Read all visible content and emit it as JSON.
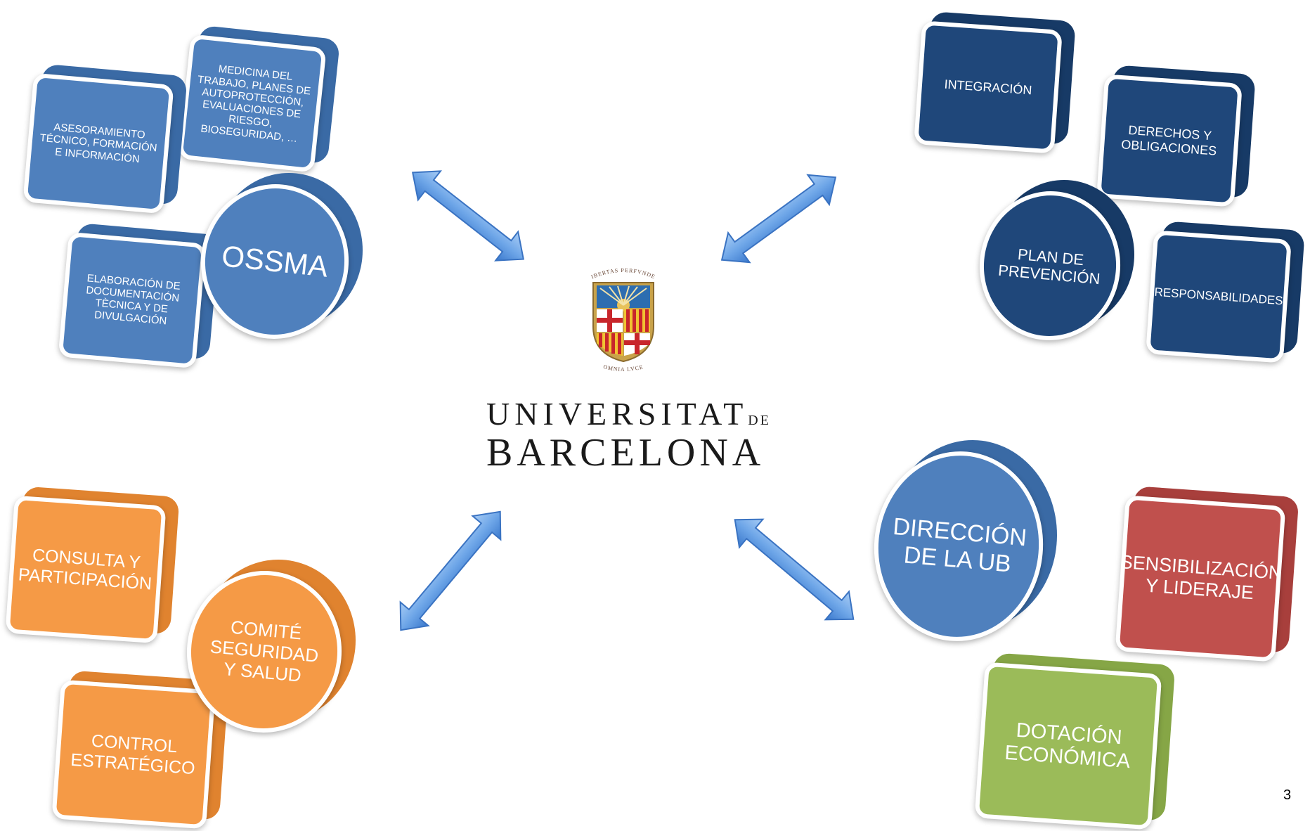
{
  "ossma": {
    "center": "OSSMA",
    "items": [
      "MEDICINA DEL TRABAJO, PLANES DE AUTOPROTECCIÓN, EVALUACIONES DE RIESGO, BIOSEGURIDAD, …",
      "ASESORAMIENTO TÉCNICO,  FORMACIÓN E INFORMACIÓN",
      "ELABORACIÓN DE DOCUMENTACIÓN TÈCNICA Y DE DIVULGACIÓN"
    ]
  },
  "plan": {
    "center": "PLAN DE PREVENCIÓN",
    "items": [
      "INTEGRACIÓN",
      "DERECHOS Y OBLIGACIONES",
      "RESPONSABILIDADES"
    ]
  },
  "comite": {
    "center": "COMITÉ SEGURIDAD Y SALUD",
    "items": [
      "CONSULTA Y PARTICIPACIÓN",
      "CONTROL ESTRATÉGICO"
    ]
  },
  "direccion": {
    "center": "DIRECCIÓN DE LA UB",
    "items": [
      "SENSIBILIZACIÓN Y LIDERAJE",
      "DOTACIÓN ECONÓMICA"
    ]
  },
  "logo": {
    "motto_top": "LIBERTAS PERFVNDET",
    "motto_bottom": "OMNIA LVCE",
    "line1": "UNIVERSITAT",
    "line1_suffix": "DE",
    "line2": "BARCELONA"
  },
  "page_number": "3",
  "colors": {
    "mid_blue": "#4f80bd",
    "dark_blue": "#1f477a",
    "orange": "#f59a46",
    "red": "#c0504d",
    "green": "#9bbb59",
    "arrow": "#4a86d8"
  }
}
